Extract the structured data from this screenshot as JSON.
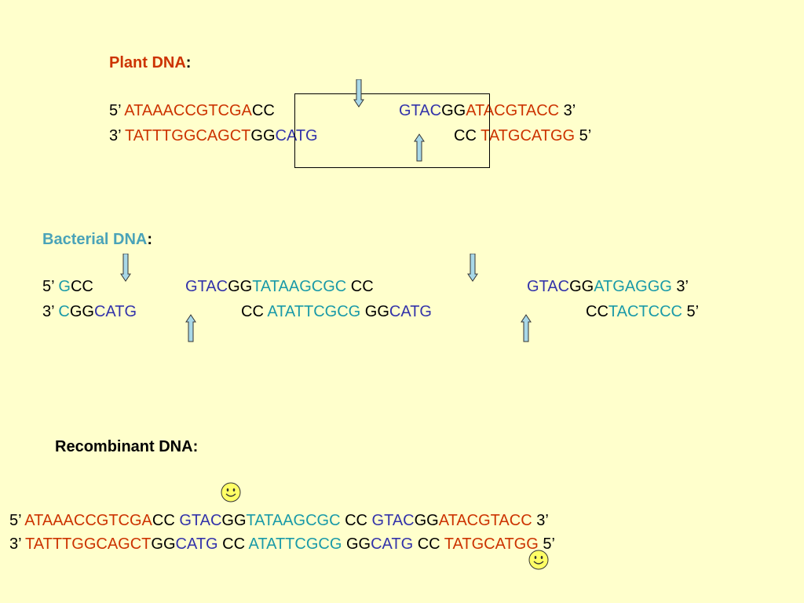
{
  "plant": {
    "title": "Plant DNA",
    "colon": ":",
    "top": {
      "prefix": "5’ ",
      "seg1": "ATAAACCGTCGA",
      "seg2": "CC",
      "seg3": "GTAC",
      "seg4": "GG",
      "seg5": "ATACGTACC",
      "suffix": " 3’"
    },
    "bottom": {
      "prefix": "3’ ",
      "seg1": "TATTTGGCAGCT",
      "seg2": "GG",
      "seg3": "CATG",
      "seg4": "CC ",
      "seg5": "TATGCATGG",
      "suffix": " 5’"
    }
  },
  "bacterial": {
    "title": "Bacterial DNA",
    "colon": ":",
    "top": {
      "prefix": "5’ ",
      "s1": "G",
      "s2": "CC",
      "s3": "GTAC",
      "s4": "GG",
      "s5": "TATAAGCGC",
      "s6": " CC",
      "s7": "GTAC",
      "s8": "GG",
      "s9": "ATGAGGG",
      "suffix": " 3’"
    },
    "bottom": {
      "prefix": "3’ ",
      "s1": "C",
      "s2": "GG",
      "s3": "CATG",
      "s4": "CC ",
      "s5": "ATATTCGCG",
      "s6": " GG",
      "s7": "CATG",
      "s8": "CC",
      "s9": "TACTCCC",
      "suffix": " 5’"
    }
  },
  "recombinant": {
    "title": "Recombinant DNA:",
    "top": {
      "prefix": "5’ ",
      "s1": "ATAAACCGTCGA",
      "s2": "CC ",
      "s3": "GTAC",
      "s4": "GG",
      "s5": "TATAAGCGC",
      "s6": " CC ",
      "s7": "GTAC",
      "s8": "GG",
      "s9": "ATACGTACC",
      "suffix": " 3’"
    },
    "bottom": {
      "prefix": "3’ ",
      "s1": "TATTTGGCAGCT",
      "s2": "GG",
      "s3": "CATG",
      "s4": " CC ",
      "s5": "ATATTCGCG",
      "s6": " GG",
      "s7": "CATG",
      "s8": " CC ",
      "s9": "TATGCATGG",
      "suffix": " 5’"
    }
  },
  "colors": {
    "background": "#ffffcc",
    "plant_sequence": "#cc3300",
    "bacterial_sequence": "#1a9aa8",
    "bacterial_title": "#4aa3b8",
    "restriction_site": "#3333aa",
    "arrow_fill": "#a8d8e8",
    "smiley_fill": "#ffff66"
  },
  "icons": {
    "cut_arrow_down": "down-arrow-icon",
    "cut_arrow_up": "up-arrow-icon",
    "smiley": "smiley-face-icon"
  }
}
